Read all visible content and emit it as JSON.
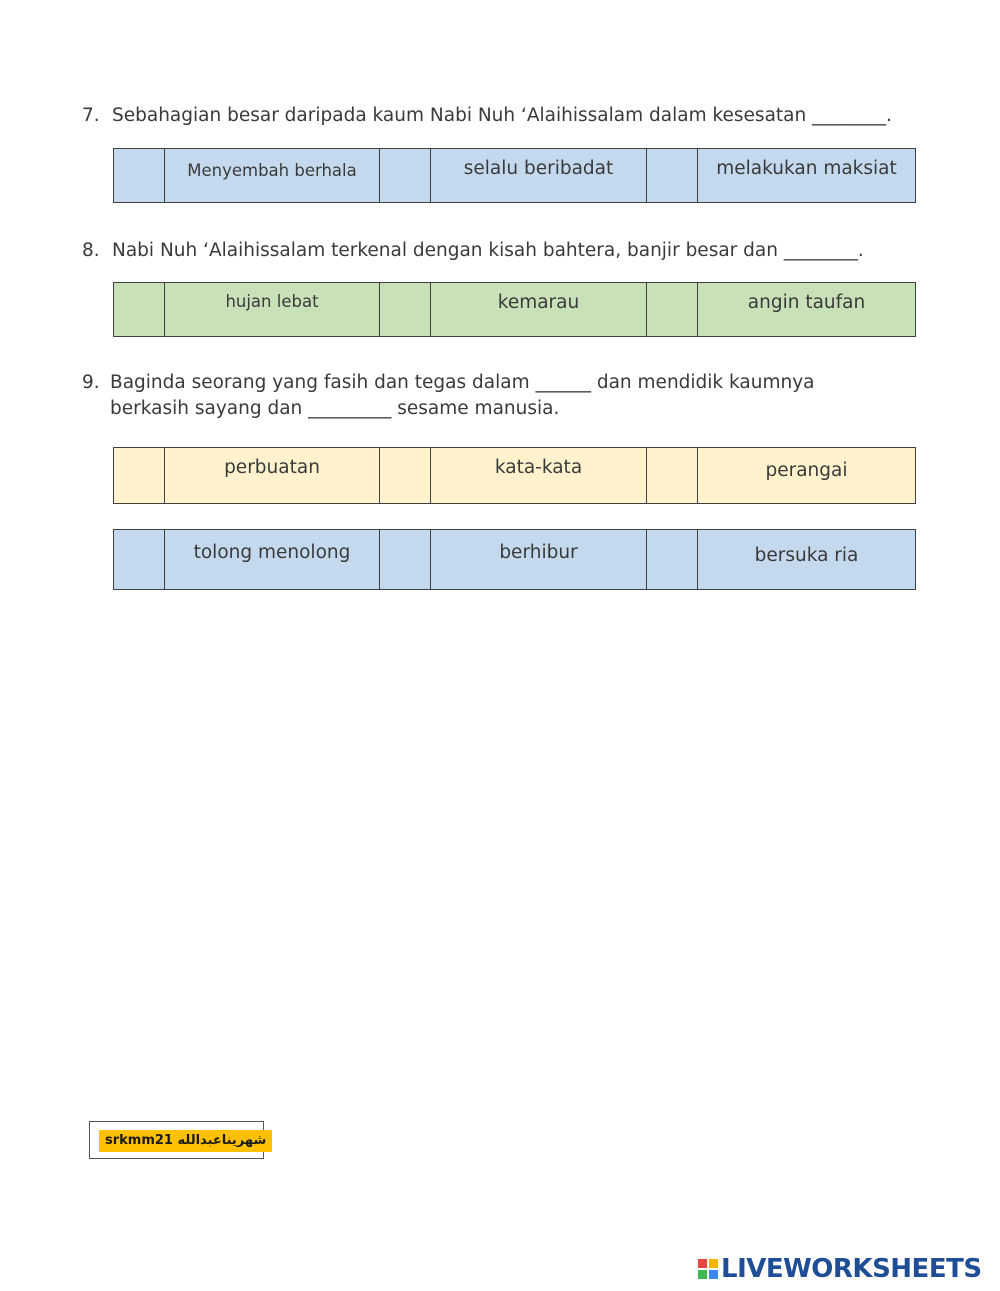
{
  "q7": {
    "number": "7.",
    "text": "Sebahagian besar daripada kaum Nabi Nuh ‘Alaihissalam  dalam kesesatan ________.",
    "options": [
      "Menyembah berhala",
      "selalu beribadat",
      "melakukan maksiat"
    ]
  },
  "q8": {
    "number": "8.",
    "text": "Nabi Nuh ‘Alaihissalam   terkenal dengan kisah bahtera, banjir besar dan ________.",
    "options": [
      "hujan lebat",
      "kemarau",
      "angin taufan"
    ]
  },
  "q9": {
    "number": "9.",
    "line1": "Baginda seorang yang fasih dan tegas dalam ______  dan mendidik kaumnya",
    "line2": "berkasih sayang dan _________ sesame manusia.",
    "options_a": [
      "perbuatan",
      "kata-kata",
      "perangai"
    ],
    "options_b": [
      "tolong menolong",
      "berhibur",
      "bersuka ria"
    ]
  },
  "credit": {
    "text": "srkmm21 شهريناعبدالله"
  },
  "brand": {
    "name": "LIVEWORKSHEETS",
    "logo_letters": [
      "L",
      "I",
      "V",
      "E"
    ]
  },
  "colors": {
    "blue_row": "#c5d9ee",
    "green_row": "#c8e1b8",
    "cream_row": "#fff2cc",
    "credit_bg": "#ffc000",
    "brand": "#1f4e96"
  }
}
